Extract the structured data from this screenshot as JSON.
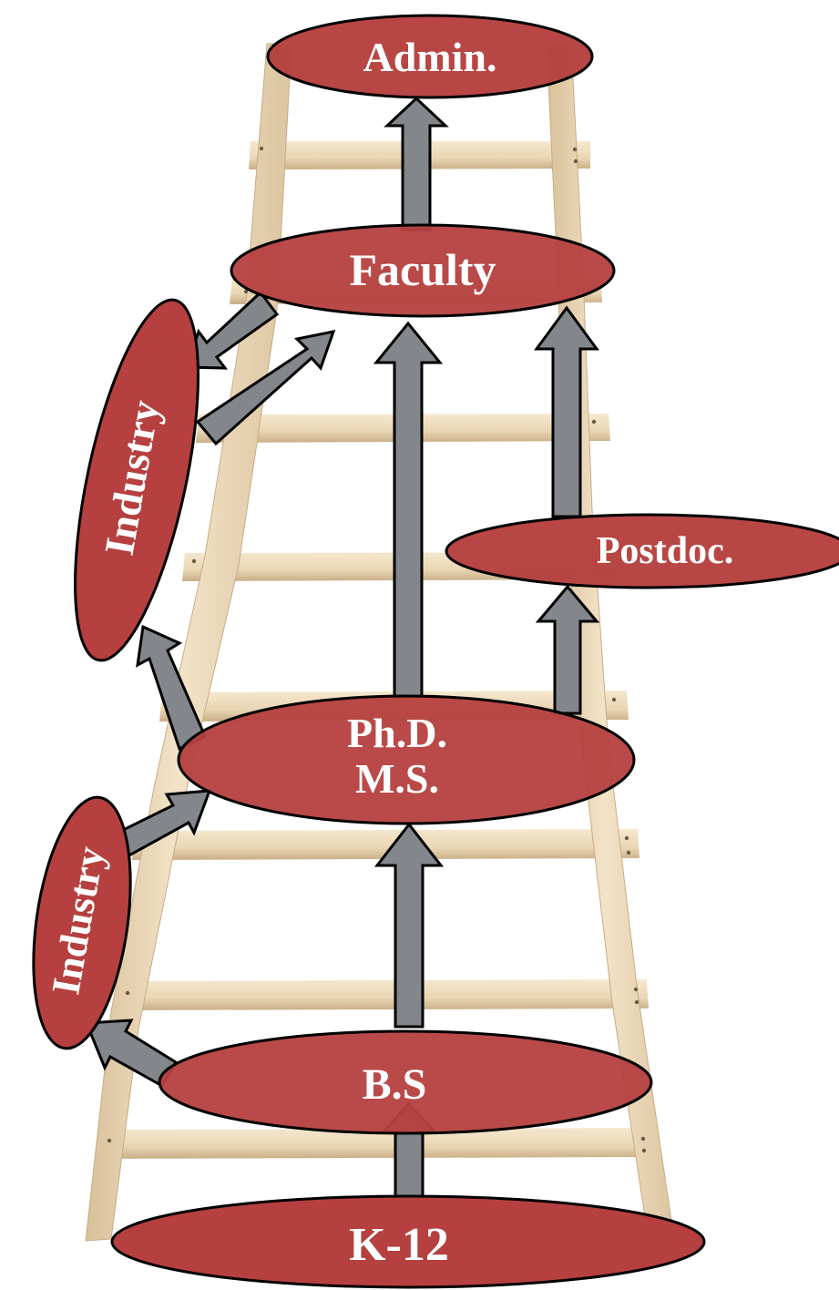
{
  "nodes": {
    "admin": "Admin.",
    "faculty": "Faculty",
    "industry_upper": "Industry",
    "postdoc": "Postdoc.",
    "phd": "Ph.D.",
    "ms": "M.S.",
    "industry_lower": "Industry",
    "bs": "B.S",
    "k12": "K-12"
  },
  "colors": {
    "node_fill": "#b5403f",
    "node_stroke": "#000000",
    "node_text": "#ffffff",
    "arrow_fill": "#83868b",
    "ladder_wood": "#eedcbe",
    "ladder_shadow": "#cdb48f"
  },
  "icons": {
    "background": "wooden-ladder"
  }
}
